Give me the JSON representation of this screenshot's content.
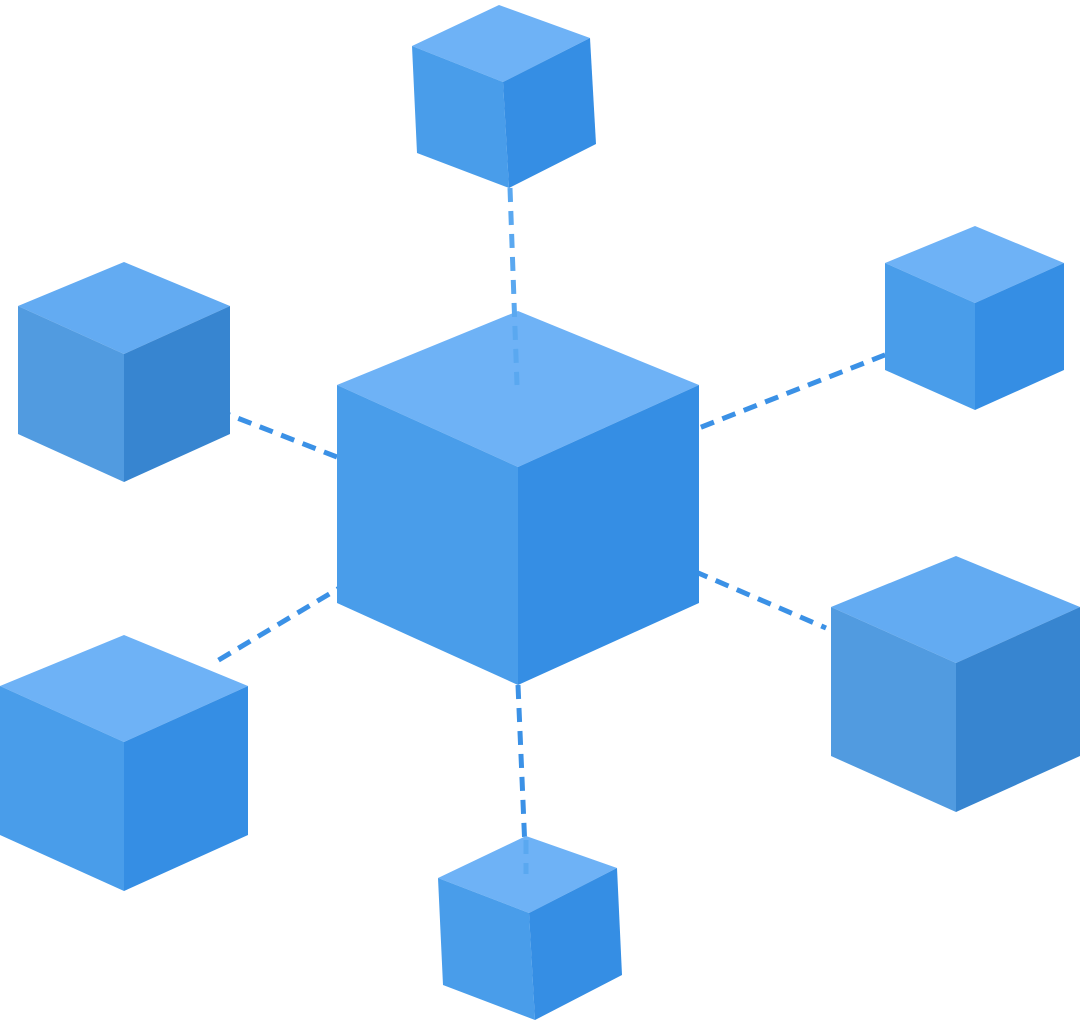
{
  "diagram": {
    "type": "hub-and-spoke",
    "hub": {
      "shape": "cube"
    },
    "nodes": [
      {
        "id": "top",
        "shape": "cube"
      },
      {
        "id": "upper-left",
        "shape": "cube"
      },
      {
        "id": "upper-right",
        "shape": "cube"
      },
      {
        "id": "lower-left",
        "shape": "cube"
      },
      {
        "id": "lower-right",
        "shape": "cube"
      },
      {
        "id": "bottom",
        "shape": "cube"
      }
    ],
    "links": [
      {
        "from": "hub",
        "to": "top"
      },
      {
        "from": "hub",
        "to": "upper-left"
      },
      {
        "from": "hub",
        "to": "upper-right"
      },
      {
        "from": "hub",
        "to": "lower-left"
      },
      {
        "from": "hub",
        "to": "lower-right"
      },
      {
        "from": "hub",
        "to": "bottom"
      }
    ],
    "link_style": "dashed"
  },
  "colors": {
    "background": "#ffffff",
    "cube_top": "#6eb2f6",
    "cube_left": "#499dea",
    "cube_right": "#358ee4",
    "cube_top_muted": "#63abf2",
    "cube_left_muted": "#519be0",
    "cube_right_muted": "#3785d0",
    "link": "#3b91e6",
    "link_light": "#5aa8f0"
  }
}
